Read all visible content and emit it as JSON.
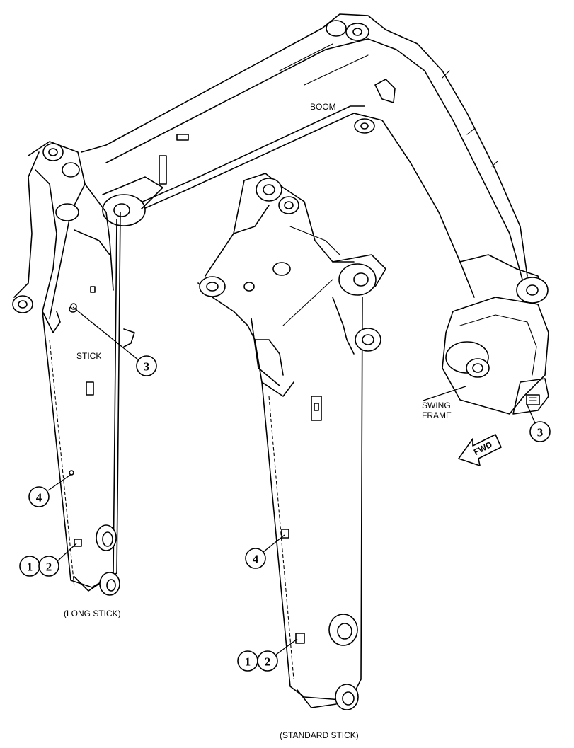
{
  "labels": {
    "boom": "BOOM",
    "stick": "STICK",
    "swing_frame_line1": "SWING",
    "swing_frame_line2": "FRAME",
    "fwd": "FWD",
    "long_stick": "(LONG STICK)",
    "standard_stick": "(STANDARD STICK)"
  },
  "callouts": {
    "stick_grease_point": "3",
    "swing_frame_grease_point": "3",
    "long_stick_item_4": "4",
    "long_stick_item_1": "1",
    "long_stick_item_2": "2",
    "standard_stick_item_4": "4",
    "standard_stick_item_1": "1",
    "standard_stick_item_2": "2"
  }
}
